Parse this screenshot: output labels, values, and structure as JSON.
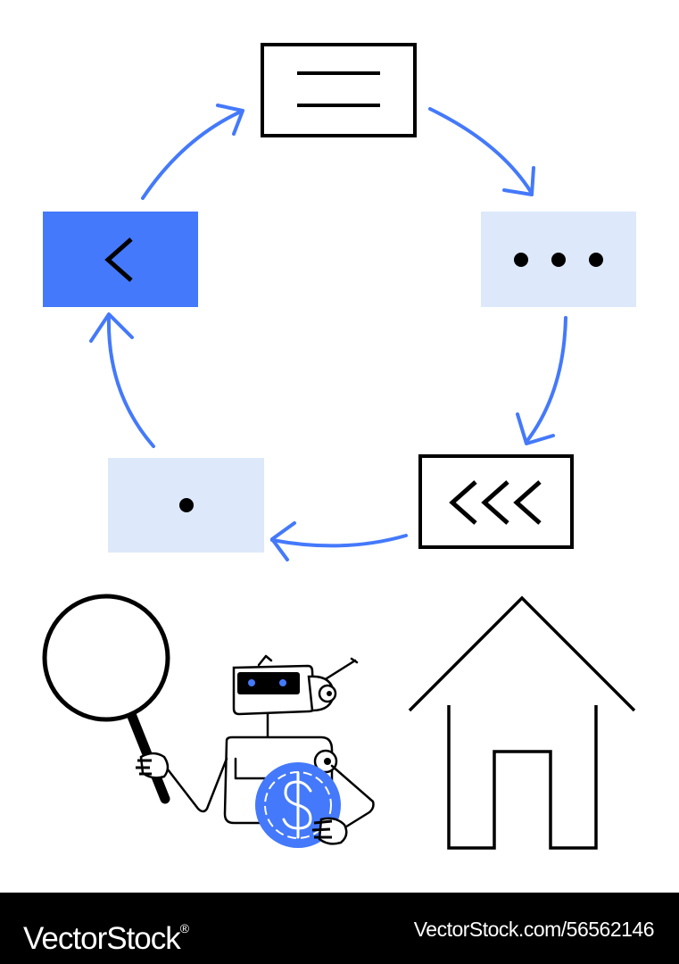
{
  "colors": {
    "accent": "#4479fb",
    "accent_light": "#dde8fb",
    "stroke": "#000000",
    "background": "#ffffff",
    "footer_background": "#000000",
    "footer_text": "#ffffff"
  },
  "cycle": {
    "nodes": [
      {
        "name": "top-box",
        "icon": "lines-icon"
      },
      {
        "name": "right-box",
        "icon": "dots-icon"
      },
      {
        "name": "bottom-right-box",
        "icon": "triple-chevron-left-icon"
      },
      {
        "name": "bottom-left-box",
        "icon": "dot-icon"
      },
      {
        "name": "left-box",
        "icon": "chevron-left-icon"
      }
    ],
    "arrow_count": 5
  },
  "illustrations": [
    "magnifier-icon",
    "robot-icon",
    "dollar-coin-icon",
    "house-icon"
  ],
  "footer": {
    "brand": "VectorStock",
    "brand_mark": "®",
    "url": "VectorStock.com/56562146"
  }
}
